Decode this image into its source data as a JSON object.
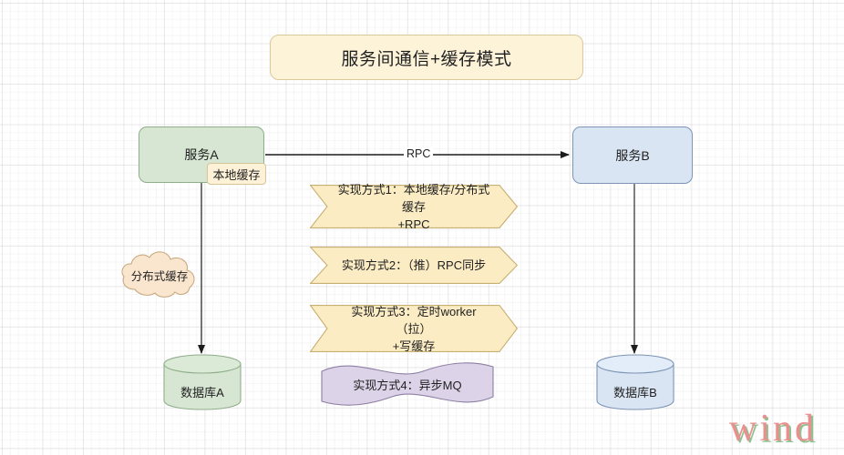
{
  "diagram": {
    "title": "服务间通信+缓存模式",
    "watermark": "wind",
    "colors": {
      "title_fill": "#fdf3d9",
      "title_stroke": "#d9c99b",
      "green_fill": "#d6e6d2",
      "green_stroke": "#8fae8a",
      "blue_fill": "#dae5f4",
      "blue_stroke": "#7d94b5",
      "cream_fill": "#fdf1d8",
      "cream_stroke": "#d6c596",
      "cloud_fill": "#fae6cf",
      "cloud_stroke": "#c9a97e",
      "chevron_fill": "#fbecc4",
      "chevron_stroke": "#c8b072",
      "wave_fill": "#ddd3e8",
      "wave_stroke": "#8d7fa4",
      "edge_stroke": "#3a3a3a",
      "watermark_red": "#e98f8f",
      "watermark_green": "#7db97d"
    },
    "nodes": {
      "service_a": "服务A",
      "service_b": "服务B",
      "local_cache": "本地缓存",
      "distributed_cache": "分布式缓存",
      "db_a": "数据库A",
      "db_b": "数据库B"
    },
    "edges": [
      {
        "id": "rpc",
        "label": "RPC",
        "from": "服务A",
        "to": "服务B",
        "direction": "right"
      },
      {
        "id": "a-to-db",
        "label": "",
        "from": "服务A",
        "to": "数据库A",
        "direction": "down"
      },
      {
        "id": "b-to-db",
        "label": "",
        "from": "服务B",
        "to": "数据库B",
        "direction": "down"
      }
    ],
    "options": [
      {
        "id": "option-1",
        "shape": "chevron",
        "text": "实现方式1：本地缓存/分布式缓存\n+RPC"
      },
      {
        "id": "option-2",
        "shape": "chevron",
        "text": "实现方式2：（推）RPC同步"
      },
      {
        "id": "option-3",
        "shape": "chevron",
        "text": "实现方式3：定时worker （拉）\n+写缓存"
      },
      {
        "id": "option-4",
        "shape": "wave",
        "text": "实现方式4：异步MQ"
      }
    ]
  }
}
